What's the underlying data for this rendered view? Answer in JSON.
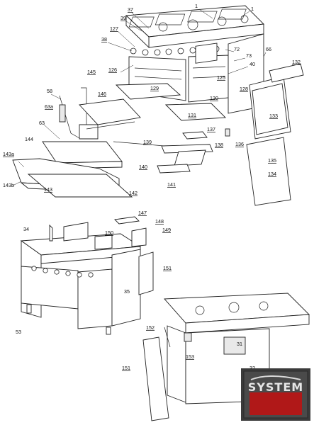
{
  "diagram": {
    "callouts": [
      {
        "id": "c1a",
        "text": "1"
      },
      {
        "id": "c1b",
        "text": "1"
      },
      {
        "id": "c37",
        "text": "37"
      },
      {
        "id": "c39",
        "text": "39"
      },
      {
        "id": "c127",
        "text": "127"
      },
      {
        "id": "c38",
        "text": "38"
      },
      {
        "id": "c72",
        "text": "72"
      },
      {
        "id": "c73",
        "text": "73"
      },
      {
        "id": "c66",
        "text": "66"
      },
      {
        "id": "c40",
        "text": "40"
      },
      {
        "id": "c126",
        "text": "126"
      },
      {
        "id": "c145",
        "text": "145"
      },
      {
        "id": "c125",
        "text": "125"
      },
      {
        "id": "c132",
        "text": "132"
      },
      {
        "id": "c128",
        "text": "128"
      },
      {
        "id": "c129",
        "text": "129"
      },
      {
        "id": "c58",
        "text": "58"
      },
      {
        "id": "c146",
        "text": "146"
      },
      {
        "id": "c130",
        "text": "130"
      },
      {
        "id": "c63a",
        "text": "63a"
      },
      {
        "id": "c131",
        "text": "131"
      },
      {
        "id": "c133",
        "text": "133"
      },
      {
        "id": "c63",
        "text": "63"
      },
      {
        "id": "c137",
        "text": "137"
      },
      {
        "id": "c144",
        "text": "144"
      },
      {
        "id": "c139",
        "text": "139"
      },
      {
        "id": "c138",
        "text": "138"
      },
      {
        "id": "c136",
        "text": "136"
      },
      {
        "id": "c143a",
        "text": "143a"
      },
      {
        "id": "c135",
        "text": "135"
      },
      {
        "id": "c140",
        "text": "140"
      },
      {
        "id": "c134",
        "text": "134"
      },
      {
        "id": "c143b",
        "text": "143b"
      },
      {
        "id": "c143",
        "text": "143"
      },
      {
        "id": "c141",
        "text": "141"
      },
      {
        "id": "c142",
        "text": "142"
      },
      {
        "id": "c147",
        "text": "147"
      },
      {
        "id": "c34",
        "text": "34"
      },
      {
        "id": "c148",
        "text": "148"
      },
      {
        "id": "c150",
        "text": "150"
      },
      {
        "id": "c149",
        "text": "149"
      },
      {
        "id": "c151a",
        "text": "151"
      },
      {
        "id": "c35",
        "text": "35"
      },
      {
        "id": "c53",
        "text": "53"
      },
      {
        "id": "c152",
        "text": "152"
      },
      {
        "id": "c31",
        "text": "31"
      },
      {
        "id": "c153",
        "text": "153"
      },
      {
        "id": "c32",
        "text": "32"
      },
      {
        "id": "c151b",
        "text": "151"
      }
    ]
  },
  "logo": {
    "text": "SYSTEM"
  },
  "colors": {
    "ink": "#222222",
    "paper": "#ffffff",
    "logo_dark": "#3b3b3b",
    "logo_red": "#b01818"
  }
}
